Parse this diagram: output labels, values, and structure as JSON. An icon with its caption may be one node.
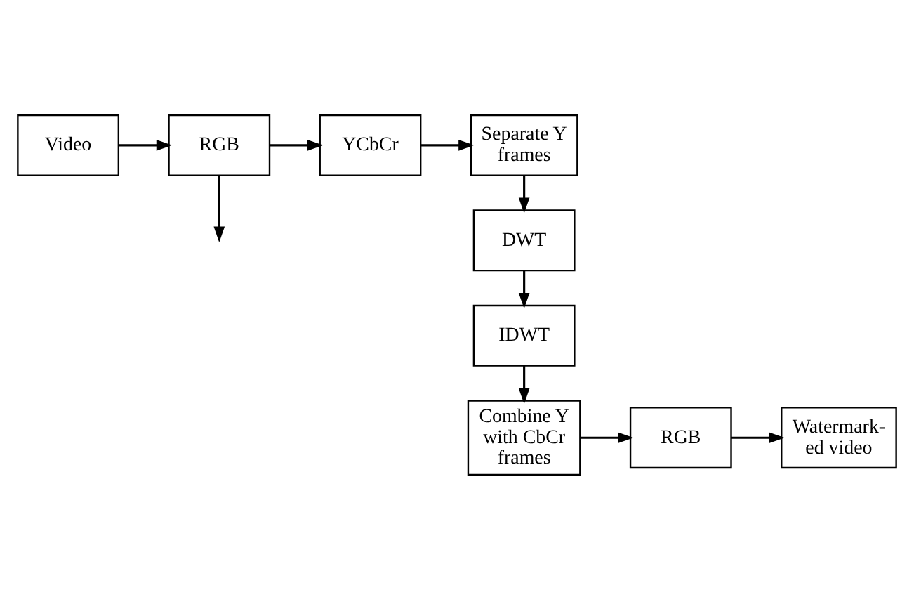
{
  "diagram": {
    "nodes": [
      {
        "text": [
          "Video"
        ]
      },
      {
        "text": [
          "RGB"
        ]
      },
      {
        "text": [
          "YCbCr"
        ]
      },
      {
        "text": [
          "Separate Y frames"
        ]
      },
      {
        "text": [
          "DWT"
        ]
      },
      {
        "text": [
          "IDWT"
        ]
      },
      {
        "text": [
          "Combine Y with CbCr frames"
        ]
      },
      {
        "text": [
          "RGB"
        ]
      },
      {
        "text": [
          "Watermark- ed video"
        ]
      }
    ],
    "edges": [
      {
        "from": 0,
        "to": 1,
        "arrow": "to"
      },
      {
        "from": 1,
        "to": 2,
        "arrow": "to"
      },
      {
        "from": 2,
        "to": 3,
        "arrow": "to"
      },
      {
        "from": 3,
        "to": 4,
        "arrow": "to"
      },
      {
        "from": 4,
        "to": 5,
        "arrow": "to"
      },
      {
        "from": 5,
        "to": 6,
        "arrow": "to"
      },
      {
        "from": 6,
        "to": 7,
        "arrow": "to"
      },
      {
        "from": 7,
        "to": 8,
        "arrow": "to"
      },
      {
        "from": 1,
        "to": null,
        "arrow": "to"
      }
    ]
  }
}
